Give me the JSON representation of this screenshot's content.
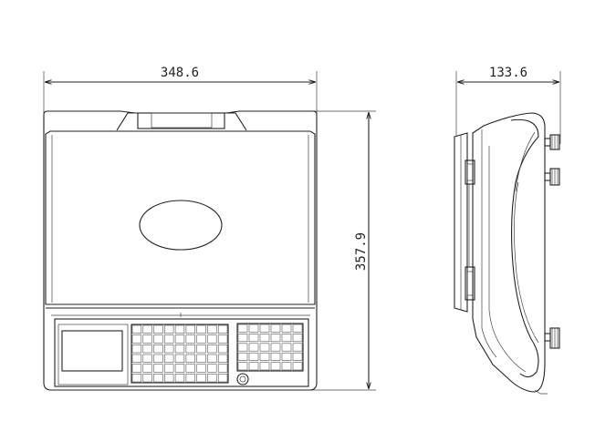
{
  "diagram": {
    "front_view": {
      "width_label": "348.6",
      "height_label": "357.9",
      "keypad_left_grid": {
        "rows": 6,
        "cols": 9
      },
      "keypad_right_grid": {
        "rows": 5,
        "cols": 6
      }
    },
    "side_view": {
      "width_label": "133.6"
    }
  }
}
